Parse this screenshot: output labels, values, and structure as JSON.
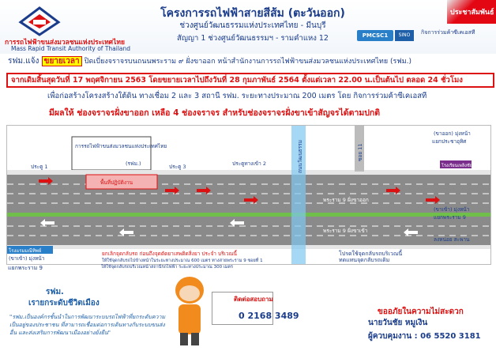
{
  "header": {
    "org_th": "การรถไฟฟ้าขนส่งมวลชนแห่งประเทศไทย",
    "org_en": "Mass Rapid Transit Authority of Thailand",
    "title": "โครงการรถไฟฟ้าสายสีส้ม (ตะวันออก)",
    "subtitle1": "ช่วงศูนย์วัฒนธรรมแห่งประเทศไทย - มีนบุรี",
    "subtitle2": "สัญญา 1 ช่วงศูนย์วัฒนธรรมฯ - รามคำแหง 12",
    "consortium": "กิจการร่วมค้าซีเคเอสที",
    "partner1": "PMCSC1",
    "partner2": "SINO",
    "announce_label": "ประชาสัมพันธ์"
  },
  "notice": {
    "line1_pre": "รฟม.แจ้ง",
    "line1_highlight": "ขยายเวลา",
    "line1_post": "ปิดเบี่ยงจราจรบนถนนพระราม ๙ ฝั่งขาออก หน้าสำนักงานการรถไฟฟ้าขนส่งมวลชนแห่งประเทศไทย (รฟม.)",
    "line2": "จากเดิมสิ้นสุดวันที่ 17 พฤศจิกายน 2563 โดยขยายเวลาไปถึงวันที่ 28 กุมภาพันธ์ 2564 ตั้งแต่เวลา 22.00 น.เป็นต้นไป ตลอด 24 ชั่วโมง",
    "line3": "เพื่อก่อสร้างโครงสร้างใต้ดิน ทางเชื่อม 2 และ 3 สถานี รฟม. ระยะทางประมาณ 200 เมตร โดย กิจการร่วมค้าซีเคเอสที",
    "line4": "มีผลให้ ช่องจราจรฝั่งขาออก เหลือ 4 ช่องจราจร สำหรับช่องจราจรฝั่งขาเข้าสัญจรได้ตามปกติ"
  },
  "map": {
    "mrta_building": "การรถไฟฟ้าขนส่งมวลชนแห่งประเทศไทย",
    "mrta_short": "(รฟม.)",
    "gate1": "ประตู 1",
    "gate3": "ประตู 3",
    "gate2": "ประตูทางเข้า 2",
    "construction_area": "พื้นที่ปฏิบัติงาน",
    "vertical_road": "ถนนวัฒนธรรม",
    "soi11": "ซอย 11",
    "lane9_top": "พระราม 9 ฝั่งขาออก",
    "lane9_bottom": "พระราม 9 ฝั่งขาเข้า",
    "outbound": "(ขาออก) มุ่งหน้า",
    "outbound_dest": "แยกประชาอุทิศ",
    "inbound": "(ขาเข้า) มุ่งหน้า",
    "inbound_dest": "แยกพระราม 9",
    "inbound2": "(ขาเข้า) มุ่งหน้า",
    "inbound2_dest": "แยกพระราม 9",
    "school": "โรงเรียนเพลิงชัย",
    "lane_change": "ลงหน่อย สะพาน",
    "hotel": "โรงแรมมณีทิพย์",
    "legend_red": "ยกเลิกจุดกลับรถ ก่อนถึงจุดตัดยาเสพติดสิ่งยา ประจำ บริเวณนี้",
    "legend_detail1": "ให้ใช้จุดกลับรถไปข้างหน้าในระยะทางประมาณ 600 เมตร ทางสายพระราม 9 ซอยที่ 1",
    "legend_detail2": "ให้ใช้จุดกลับรถบริเวณหน้าสถานีรถไฟฟ้า ระยะทางประมาณ 300 เมตร",
    "uturn_note1": "โปรดใช้จุดกลับรถบริเวณนี้",
    "uturn_note2": "ทดแทนจุดกลับรถเดิม"
  },
  "footer": {
    "rfm": "รฟม.",
    "slogan": "เรายกระดับชีวิตเมือง",
    "motto": "\"รฟม.เป็นองค์กรชั้นนำในการพัฒนาระบบรถไฟฟ้าที่ยกระดับความเป็นอยู่ของประชาชน ที่สามารถเชื่อมต่อการเดินทางกับระบบขนส่งอื่น และส่งเสริมการพัฒนาเมืองอย่างยั่งยืน\"",
    "contact_label": "ติดต่อสอบถาม",
    "phone": "0 2168 3489",
    "sorry": "ขออภัยในความไม่สะดวก",
    "controller": "นายวันชัย หมูเงิน",
    "controller_tel": "ผู้ควบคุมงาน : 06 5520 3181"
  },
  "colors": {
    "brand_blue": "#1a3c8a",
    "alert_red": "#d11",
    "highlight_yellow": "#ffff00",
    "road_gray": "#7a7a7a"
  }
}
